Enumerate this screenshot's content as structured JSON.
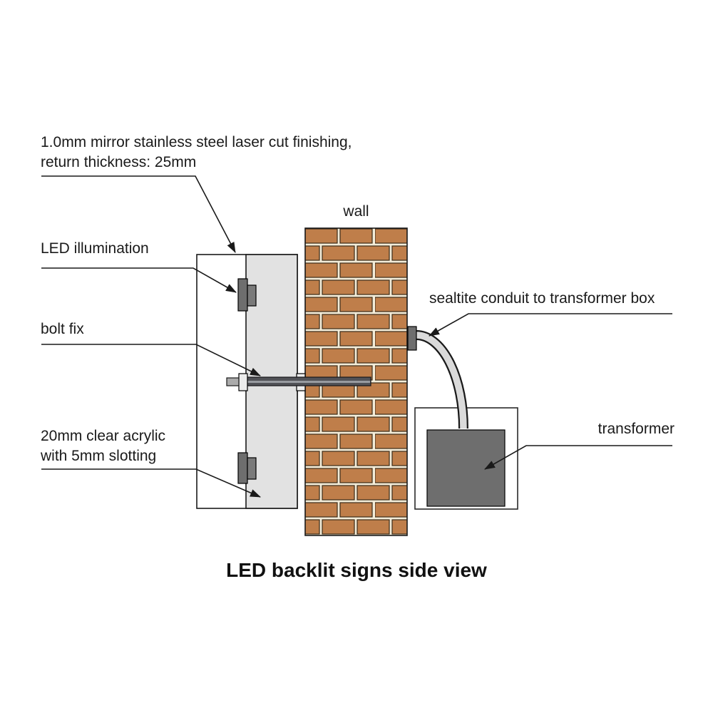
{
  "diagram": {
    "title": "LED backlit signs side view",
    "labels": {
      "steel_line1": "1.0mm mirror stainless steel laser cut finishing,",
      "steel_line2": "return thickness: 25mm",
      "led": "LED illumination",
      "bolt": "bolt fix",
      "acrylic_line1": "20mm clear acrylic",
      "acrylic_line2": "with 5mm slotting",
      "wall": "wall",
      "sealtite": "sealtite conduit to transformer box",
      "transformer": "transformer"
    },
    "colors": {
      "line": "#1a1a1a",
      "brick": "#bf7e4a",
      "mortar": "#f3ecd8",
      "brick_outline": "#3a2a18",
      "acrylic": "#e2e2e2",
      "metal_dark": "#6e6e6e",
      "metal_mid": "#7a7a7a",
      "washer": "#ececec",
      "rod": "#515257",
      "rod_highlight": "#989ba0",
      "stub": "#ababab",
      "conduit": "#dadada",
      "background": "#ffffff"
    }
  }
}
